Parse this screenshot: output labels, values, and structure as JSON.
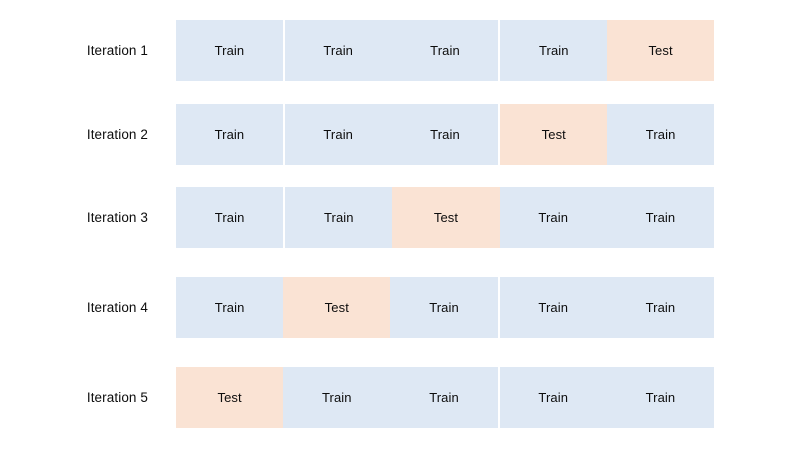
{
  "diagram": {
    "type": "k-fold-cross-validation",
    "folds": 5,
    "iterations": 5,
    "colors": {
      "train": "#dee8f4",
      "test": "#fae3d4",
      "background": "#ffffff",
      "text": "#0d0d0d"
    },
    "labels": {
      "train": "Train",
      "test": "Test"
    },
    "rows": [
      {
        "label": "Iteration 1",
        "test_fold_index": 4,
        "cells": [
          {
            "role": "train",
            "label": "Train"
          },
          {
            "role": "train",
            "label": "Train"
          },
          {
            "role": "train",
            "label": "Train"
          },
          {
            "role": "train",
            "label": "Train"
          },
          {
            "role": "test",
            "label": "Test"
          }
        ]
      },
      {
        "label": "Iteration 2",
        "test_fold_index": 3,
        "cells": [
          {
            "role": "train",
            "label": "Train"
          },
          {
            "role": "train",
            "label": "Train"
          },
          {
            "role": "train",
            "label": "Train"
          },
          {
            "role": "test",
            "label": "Test"
          },
          {
            "role": "train",
            "label": "Train"
          }
        ]
      },
      {
        "label": "Iteration 3",
        "test_fold_index": 2,
        "cells": [
          {
            "role": "train",
            "label": "Train"
          },
          {
            "role": "train",
            "label": "Train"
          },
          {
            "role": "test",
            "label": "Test"
          },
          {
            "role": "train",
            "label": "Train"
          },
          {
            "role": "train",
            "label": "Train"
          }
        ]
      },
      {
        "label": "Iteration 4",
        "test_fold_index": 1,
        "cells": [
          {
            "role": "train",
            "label": "Train"
          },
          {
            "role": "test",
            "label": "Test"
          },
          {
            "role": "train",
            "label": "Train"
          },
          {
            "role": "train",
            "label": "Train"
          },
          {
            "role": "train",
            "label": "Train"
          }
        ]
      },
      {
        "label": "Iteration 5",
        "test_fold_index": 0,
        "cells": [
          {
            "role": "test",
            "label": "Test"
          },
          {
            "role": "train",
            "label": "Train"
          },
          {
            "role": "train",
            "label": "Train"
          },
          {
            "role": "train",
            "label": "Train"
          },
          {
            "role": "train",
            "label": "Train"
          }
        ]
      }
    ]
  }
}
